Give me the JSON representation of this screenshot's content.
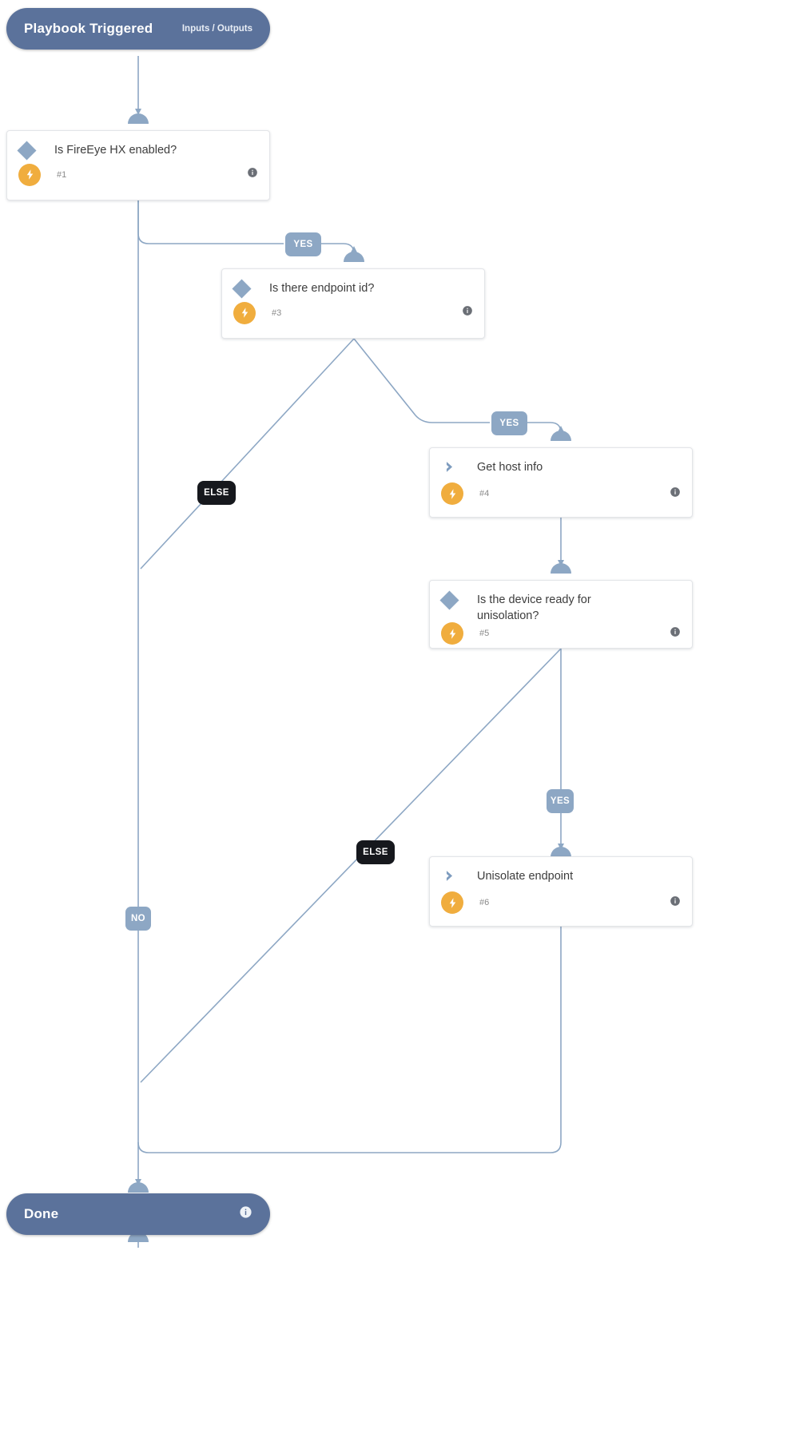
{
  "diagram": {
    "type": "playbook-flow",
    "background": "#ffffff",
    "accent_node": "#5b729b",
    "accent_edge": "#8da7c4",
    "accent_bolt": "#f0ad3e",
    "accent_else": "#16181d"
  },
  "start": {
    "title": "Playbook Triggered",
    "subtitle": "Inputs / Outputs"
  },
  "end": {
    "title": "Done"
  },
  "nodes": [
    {
      "id": "1",
      "title": "Is FireEye HX enabled?",
      "number": "#1",
      "kind": "condition",
      "icon": "diamond-icon"
    },
    {
      "id": "3",
      "title": "Is there endpoint id?",
      "number": "#3",
      "kind": "condition",
      "icon": "diamond-icon"
    },
    {
      "id": "4",
      "title": "Get host info",
      "number": "#4",
      "kind": "action",
      "icon": "chevron-right-icon"
    },
    {
      "id": "5",
      "title": "Is the device ready for unisolation?",
      "number": "#5",
      "kind": "condition",
      "icon": "diamond-icon"
    },
    {
      "id": "6",
      "title": "Unisolate endpoint",
      "number": "#6",
      "kind": "action",
      "icon": "chevron-right-icon"
    }
  ],
  "edge_labels": [
    {
      "id": "yes-1",
      "text": "YES",
      "style": "yes"
    },
    {
      "id": "else-3",
      "text": "ELSE",
      "style": "else"
    },
    {
      "id": "yes-3",
      "text": "YES",
      "style": "yes"
    },
    {
      "id": "else-5",
      "text": "ELSE",
      "style": "else"
    },
    {
      "id": "yes-5",
      "text": "YES",
      "style": "yes"
    },
    {
      "id": "no-1",
      "text": "NO",
      "style": "no"
    }
  ]
}
